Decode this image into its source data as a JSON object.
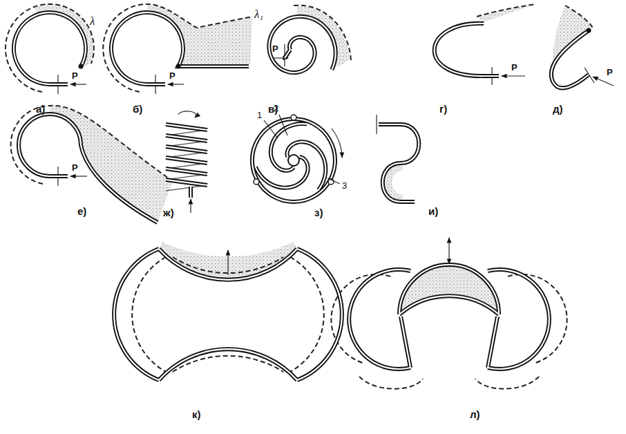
{
  "diagram": {
    "labels": [
      "λ",
      "λ₁",
      "P",
      "P",
      "P",
      "P",
      "P",
      "P",
      "а)",
      "б)",
      "в)",
      "г)",
      "д)",
      "е)",
      "ж)",
      "з)",
      "и)",
      "к)",
      "л)",
      "1",
      "2",
      "3"
    ]
  }
}
